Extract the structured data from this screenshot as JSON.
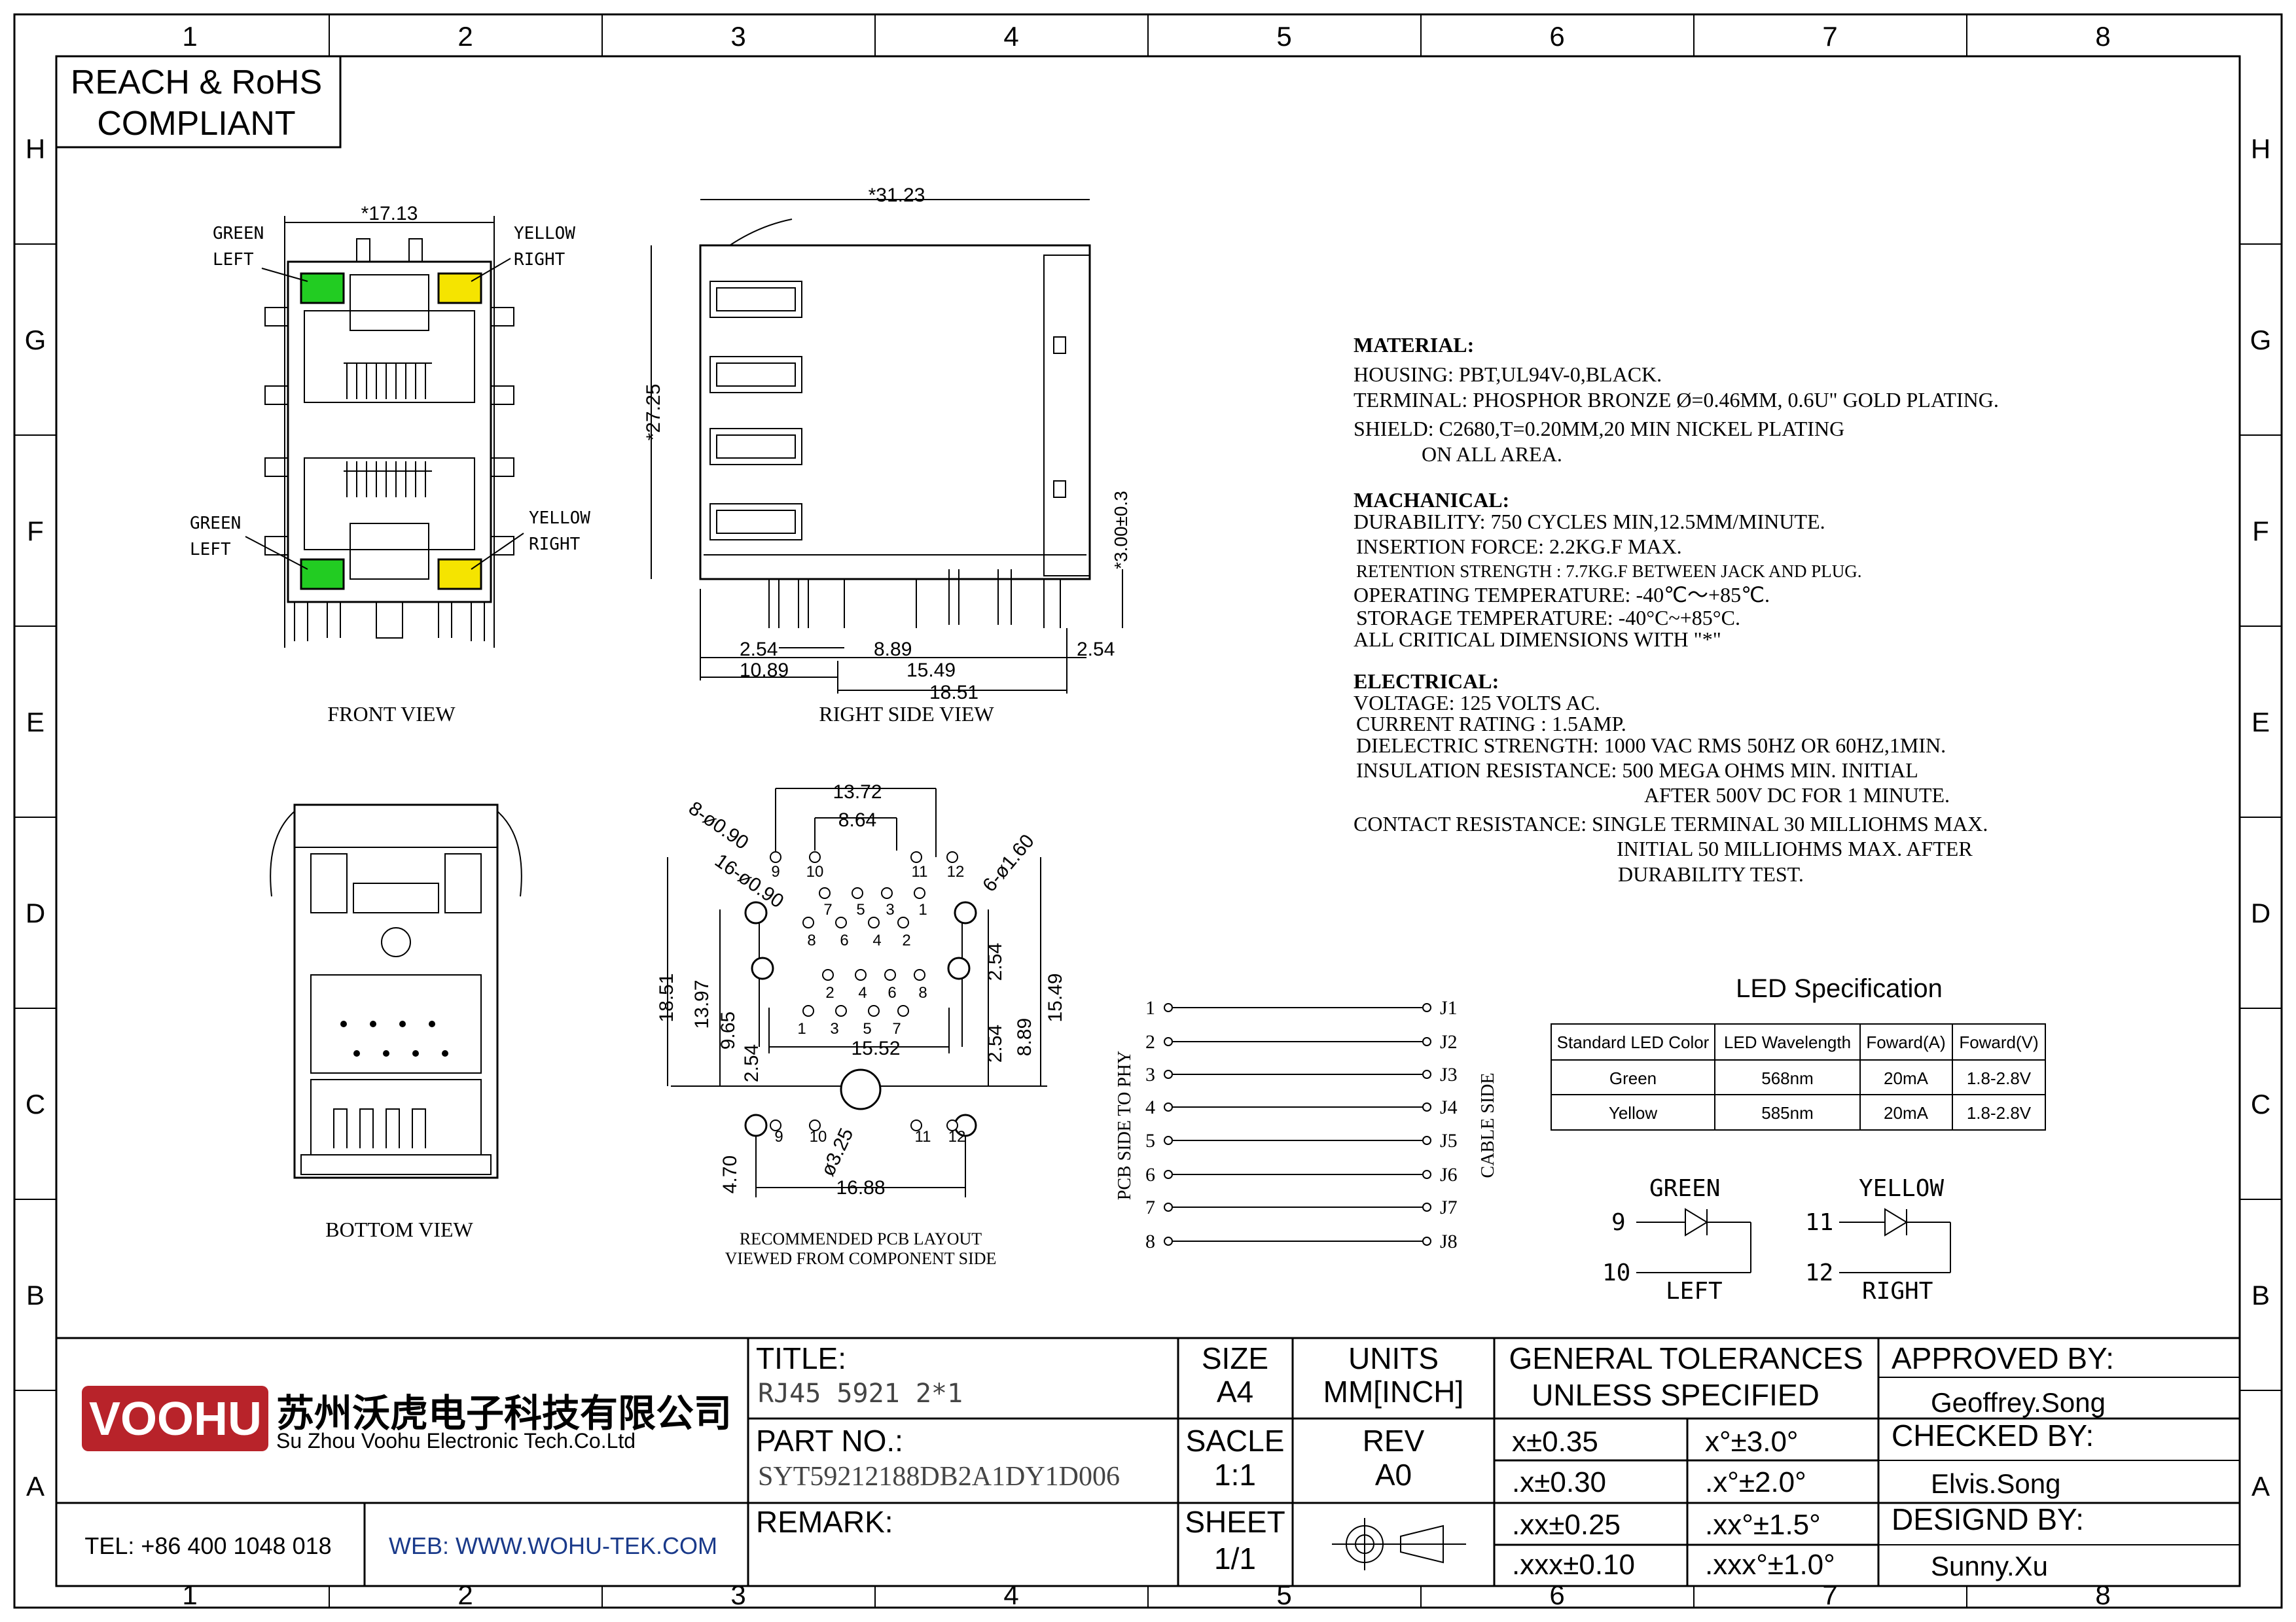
{
  "border": {
    "columns": [
      "1",
      "2",
      "3",
      "4",
      "5",
      "6",
      "7",
      "8"
    ],
    "rows": [
      "H",
      "G",
      "F",
      "E",
      "D",
      "C",
      "B",
      "A"
    ]
  },
  "compliance": {
    "line1": "REACH & RoHS",
    "line2": "COMPLIANT"
  },
  "front_view": {
    "caption": "FRONT VIEW",
    "dim_width": "*17.13",
    "green_top": [
      "GREEN",
      "LEFT"
    ],
    "yellow_top": [
      "YELLOW",
      "RIGHT"
    ],
    "green_bottom": [
      "GREEN",
      "LEFT"
    ],
    "yellow_bottom": [
      "YELLOW",
      "RIGHT"
    ],
    "led_green": "#22cc22",
    "led_yellow": "#f5e400"
  },
  "side_view": {
    "caption": "RIGHT SIDE VIEW",
    "dim_length": "*31.23",
    "dim_height": "*27.25",
    "dim_pin": "*3.00±0.3",
    "dim_a": "2.54",
    "dim_b": "8.89",
    "dim_c": "2.54",
    "dim_d": "10.89",
    "dim_e": "15.49",
    "dim_f": "18.51"
  },
  "bottom_view": {
    "caption": "BOTTOM VIEW"
  },
  "pcb_layout": {
    "caption1": "RECOMMENDED PCB LAYOUT",
    "caption2": "VIEWED FROM COMPONENT SIDE",
    "d1372": "13.72",
    "d864": "8.64",
    "d090a": "8-ø0.90",
    "d090b": "16-ø0.90",
    "d160": "6-ø1.60",
    "d1851": "18.51",
    "d1397": "13.97",
    "d965": "9.65",
    "d254a": "2.54",
    "d1552": "15.52",
    "d254b": "2.54",
    "d254c": "2.54",
    "d889": "8.89",
    "d1549": "15.49",
    "d325": "ø3.25",
    "d470": "4.70",
    "d1688": "16.88",
    "pins_top": [
      "9",
      "10",
      "11",
      "12"
    ],
    "pins_row1": [
      "7",
      "5",
      "3",
      "1"
    ],
    "pins_row2": [
      "8",
      "6",
      "4",
      "2"
    ],
    "pins_row3": [
      "2",
      "4",
      "6",
      "8"
    ],
    "pins_row4": [
      "1",
      "3",
      "5",
      "7"
    ],
    "pins_bottom": [
      "9",
      "10",
      "11",
      "12"
    ]
  },
  "pin_map": {
    "left_label": "PCB SIDE TO PHY",
    "right_label": "CABLE SIDE",
    "left": [
      "1",
      "2",
      "3",
      "4",
      "5",
      "6",
      "7",
      "8"
    ],
    "right": [
      "J1",
      "J2",
      "J3",
      "J4",
      "J5",
      "J6",
      "J7",
      "J8"
    ]
  },
  "notes": {
    "material_h": "MATERIAL:",
    "m1": "HOUSING: PBT,UL94V-0,BLACK.",
    "m2": "TERMINAL: PHOSPHOR BRONZE Ø=0.46MM, 0.6U\" GOLD PLATING.",
    "m3": "SHIELD: C2680,T=0.20MM,20 MIN NICKEL PLATING",
    "m4": "ON ALL AREA.",
    "mech_h": "MACHANICAL:",
    "k1": "DURABILITY: 750 CYCLES MIN,12.5MM/MINUTE.",
    "k2": "INSERTION FORCE: 2.2KG.F MAX.",
    "k3": "RETENTION STRENGTH : 7.7KG.F BETWEEN JACK AND PLUG.",
    "k4": "OPERATING TEMPERATURE: -40℃～+85℃.",
    "k5": "STORAGE TEMPERATURE: -40°C~+85°C.",
    "k6": "ALL CRITICAL DIMENSIONS WITH \"*\"",
    "elec_h": "ELECTRICAL:",
    "e1": "VOLTAGE: 125 VOLTS AC.",
    "e2": "CURRENT RATING : 1.5AMP.",
    "e3": "DIELECTRIC STRENGTH: 1000 VAC RMS 50HZ OR 60HZ,1MIN.",
    "e4": "INSULATION RESISTANCE: 500 MEGA OHMS MIN. INITIAL",
    "e5": "AFTER 500V DC FOR 1 MINUTE.",
    "e6": "CONTACT RESISTANCE: SINGLE TERMINAL 30 MILLIOHMS MAX.",
    "e7": "INITIAL 50 MILLIOHMS MAX. AFTER",
    "e8": "DURABILITY TEST."
  },
  "led_spec": {
    "title": "LED Specification",
    "headers": [
      "Standard LED Color",
      "LED Wavelength",
      "Foward(A)",
      "Foward(V)"
    ],
    "rows": [
      [
        "Green",
        "568nm",
        "20mA",
        "1.8-2.8V"
      ],
      [
        "Yellow",
        "585nm",
        "20mA",
        "1.8-2.8V"
      ]
    ]
  },
  "led_schematic": {
    "green": "GREEN",
    "green_pin_a": "9",
    "green_pin_b": "10",
    "green_side": "LEFT",
    "yellow": "YELLOW",
    "yellow_pin_a": "11",
    "yellow_pin_b": "12",
    "yellow_side": "RIGHT"
  },
  "title_block": {
    "logo": "VOOHU",
    "company_cn": "苏州沃虎电子科技有限公司",
    "company_en": "Su Zhou Voohu Electronic Tech.Co.Ltd",
    "tel": "TEL: +86 400 1048 018",
    "web": "WEB: WWW.WOHU-TEK.COM",
    "title_label": "TITLE:",
    "title_value": "RJ45 5921 2*1",
    "part_label": "PART NO.:",
    "part_value": "SYT59212188DB2A1DY1D006",
    "remark_label": "REMARK:",
    "size_label": "SIZE",
    "size_value": "A4",
    "units_label": "UNITS",
    "units_value": "MM[INCH]",
    "scale_label": "SACLE",
    "scale_value": "1:1",
    "rev_label": "REV",
    "rev_value": "A0",
    "sheet_label": "SHEET",
    "sheet_value": "1/1",
    "tol_h1": "GENERAL TOLERANCES",
    "tol_h2": "UNLESS SPECIFIED",
    "tol": [
      [
        "x±0.35",
        "x°±3.0°"
      ],
      [
        ".x±0.30",
        ".x°±2.0°"
      ],
      [
        ".xx±0.25",
        ".xx°±1.5°"
      ],
      [
        ".xxx±0.10",
        ".xxx°±1.0°"
      ]
    ],
    "approved_label": "APPROVED BY:",
    "approved_value": "Geoffrey.Song",
    "checked_label": "CHECKED BY:",
    "checked_value": "Elvis.Song",
    "design_label": "DESIGND BY:",
    "design_value": "Sunny.Xu",
    "logo_color": "#b8232a",
    "web_color": "#1a3a8a"
  }
}
